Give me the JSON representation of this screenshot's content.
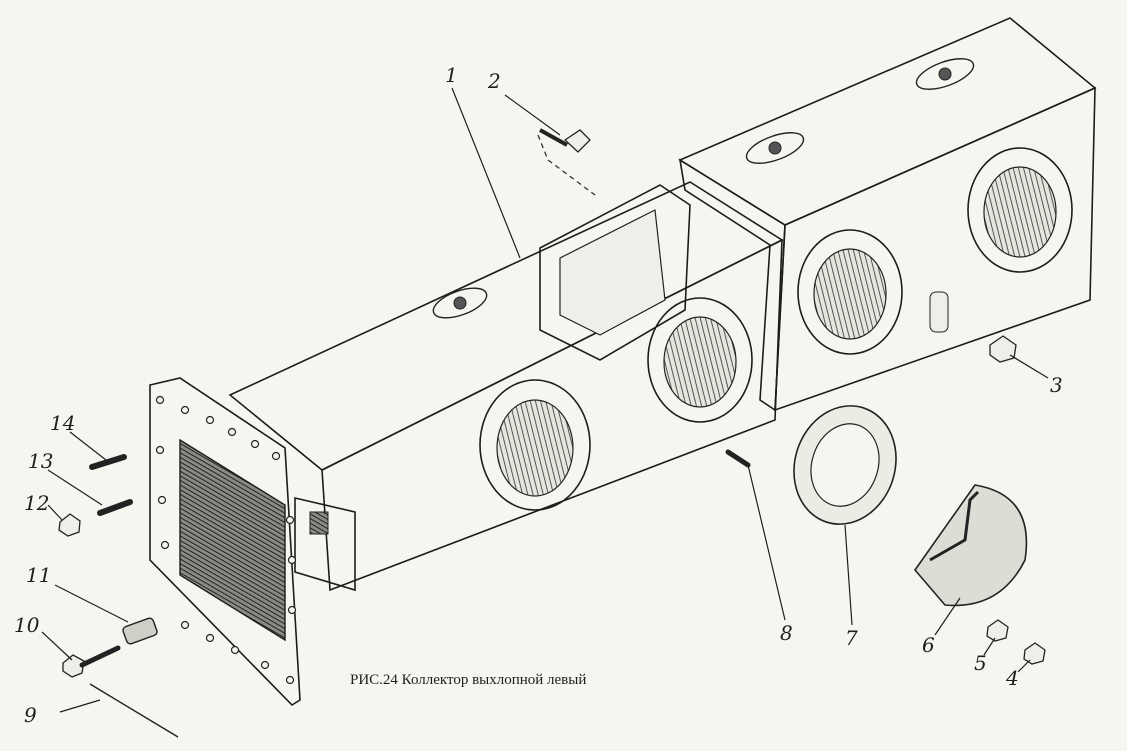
{
  "caption": "РИС.24 Коллектор выхлопной левый",
  "callouts": [
    "1",
    "2",
    "3",
    "4",
    "5",
    "6",
    "7",
    "8",
    "9",
    "10",
    "11",
    "12",
    "13",
    "14"
  ],
  "colors": {
    "ink": "#1e1e1e",
    "paper": "#f6f6f1",
    "shade": "#8a8a86"
  }
}
